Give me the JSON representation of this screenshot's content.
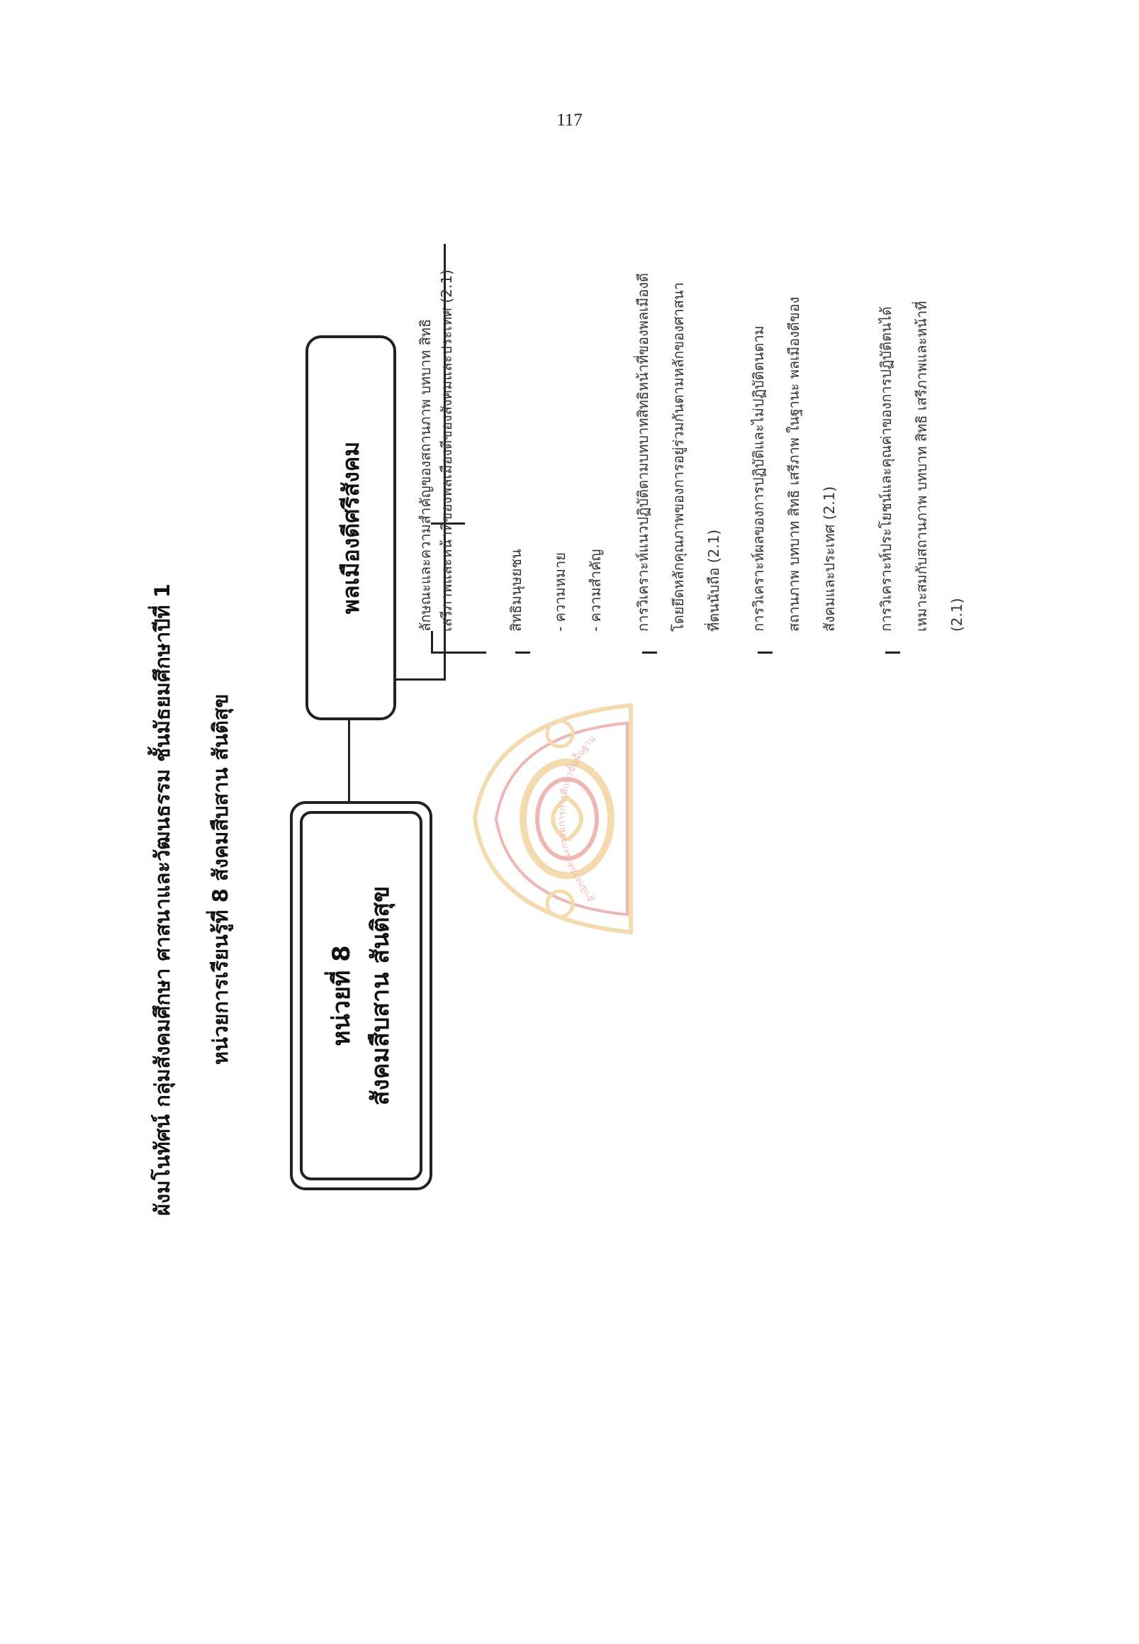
{
  "page_number": "117",
  "header": {
    "line1": "ผังมโนทัศน์ กลุ่มสังคมศึกษา ศาสนาและวัฒนธรรม ชั้นมัธยมศึกษาปีที่ 1",
    "line2": "หน่วยการเรียนรู้ที่ 8  สังคมสืบสาน สันติสุข"
  },
  "unit_box": {
    "line1": "หน่วยที่ 8",
    "line2": "สังคมสืบสาน สันติสุข"
  },
  "topic_box": {
    "label": "พลเมืองดีศรีสังคม"
  },
  "content_items": {
    "item1_line1": "ลักษณะและความสำคัญของสถานภาพ บทบาท สิทธิ",
    "item1_line2": "เสรีภาพและหน้าที่ของพลเมืองดีของสังคมและประเทศ (2.1)",
    "item2_line1": "สิทธิมนุษยชน",
    "item2_sub1": "-  ความหมาย",
    "item2_sub2": "-  ความสำคัญ",
    "item3_line1": "การวิเคราะห์แนวปฏิบัติตามบทบาทสิทธิหน้าที่ของพลเมืองดี",
    "item3_line2": "โดยยึดหลักคุณภาพของการอยู่ร่วมกันตามหลักของศาสนา",
    "item3_line3": "ที่ตนนับถือ  (2.1)",
    "item4_line1": "การวิเคราะห์ผลของการปฏิบัติและไม่ปฏิบัติตนตาม",
    "item4_line2": "สถานภาพ  บทบาท สิทธิ  เสรีภาพ  ในฐานะ พลเมืองดีของ",
    "item4_line3": "สังคมและประเทศ (2.1)",
    "item5_line1": "การวิเคราะห์ประโยชน์และคุณค่าของการปฏิบัติตนได้",
    "item5_line2": "เหมาะสมกับสถานภาพ บทบาท สิทธิ เสรีภาพและหน้าที่",
    "item5_line3": "(2.1)"
  },
  "emblem": {
    "icon": "ministry-of-education-emblem-watermark",
    "arc_text": "สำนักงานคณะกรรมการการศึกษาขั้นพื้นฐาน",
    "colors": {
      "gold": "#e0a030",
      "red": "#d0443a"
    }
  }
}
